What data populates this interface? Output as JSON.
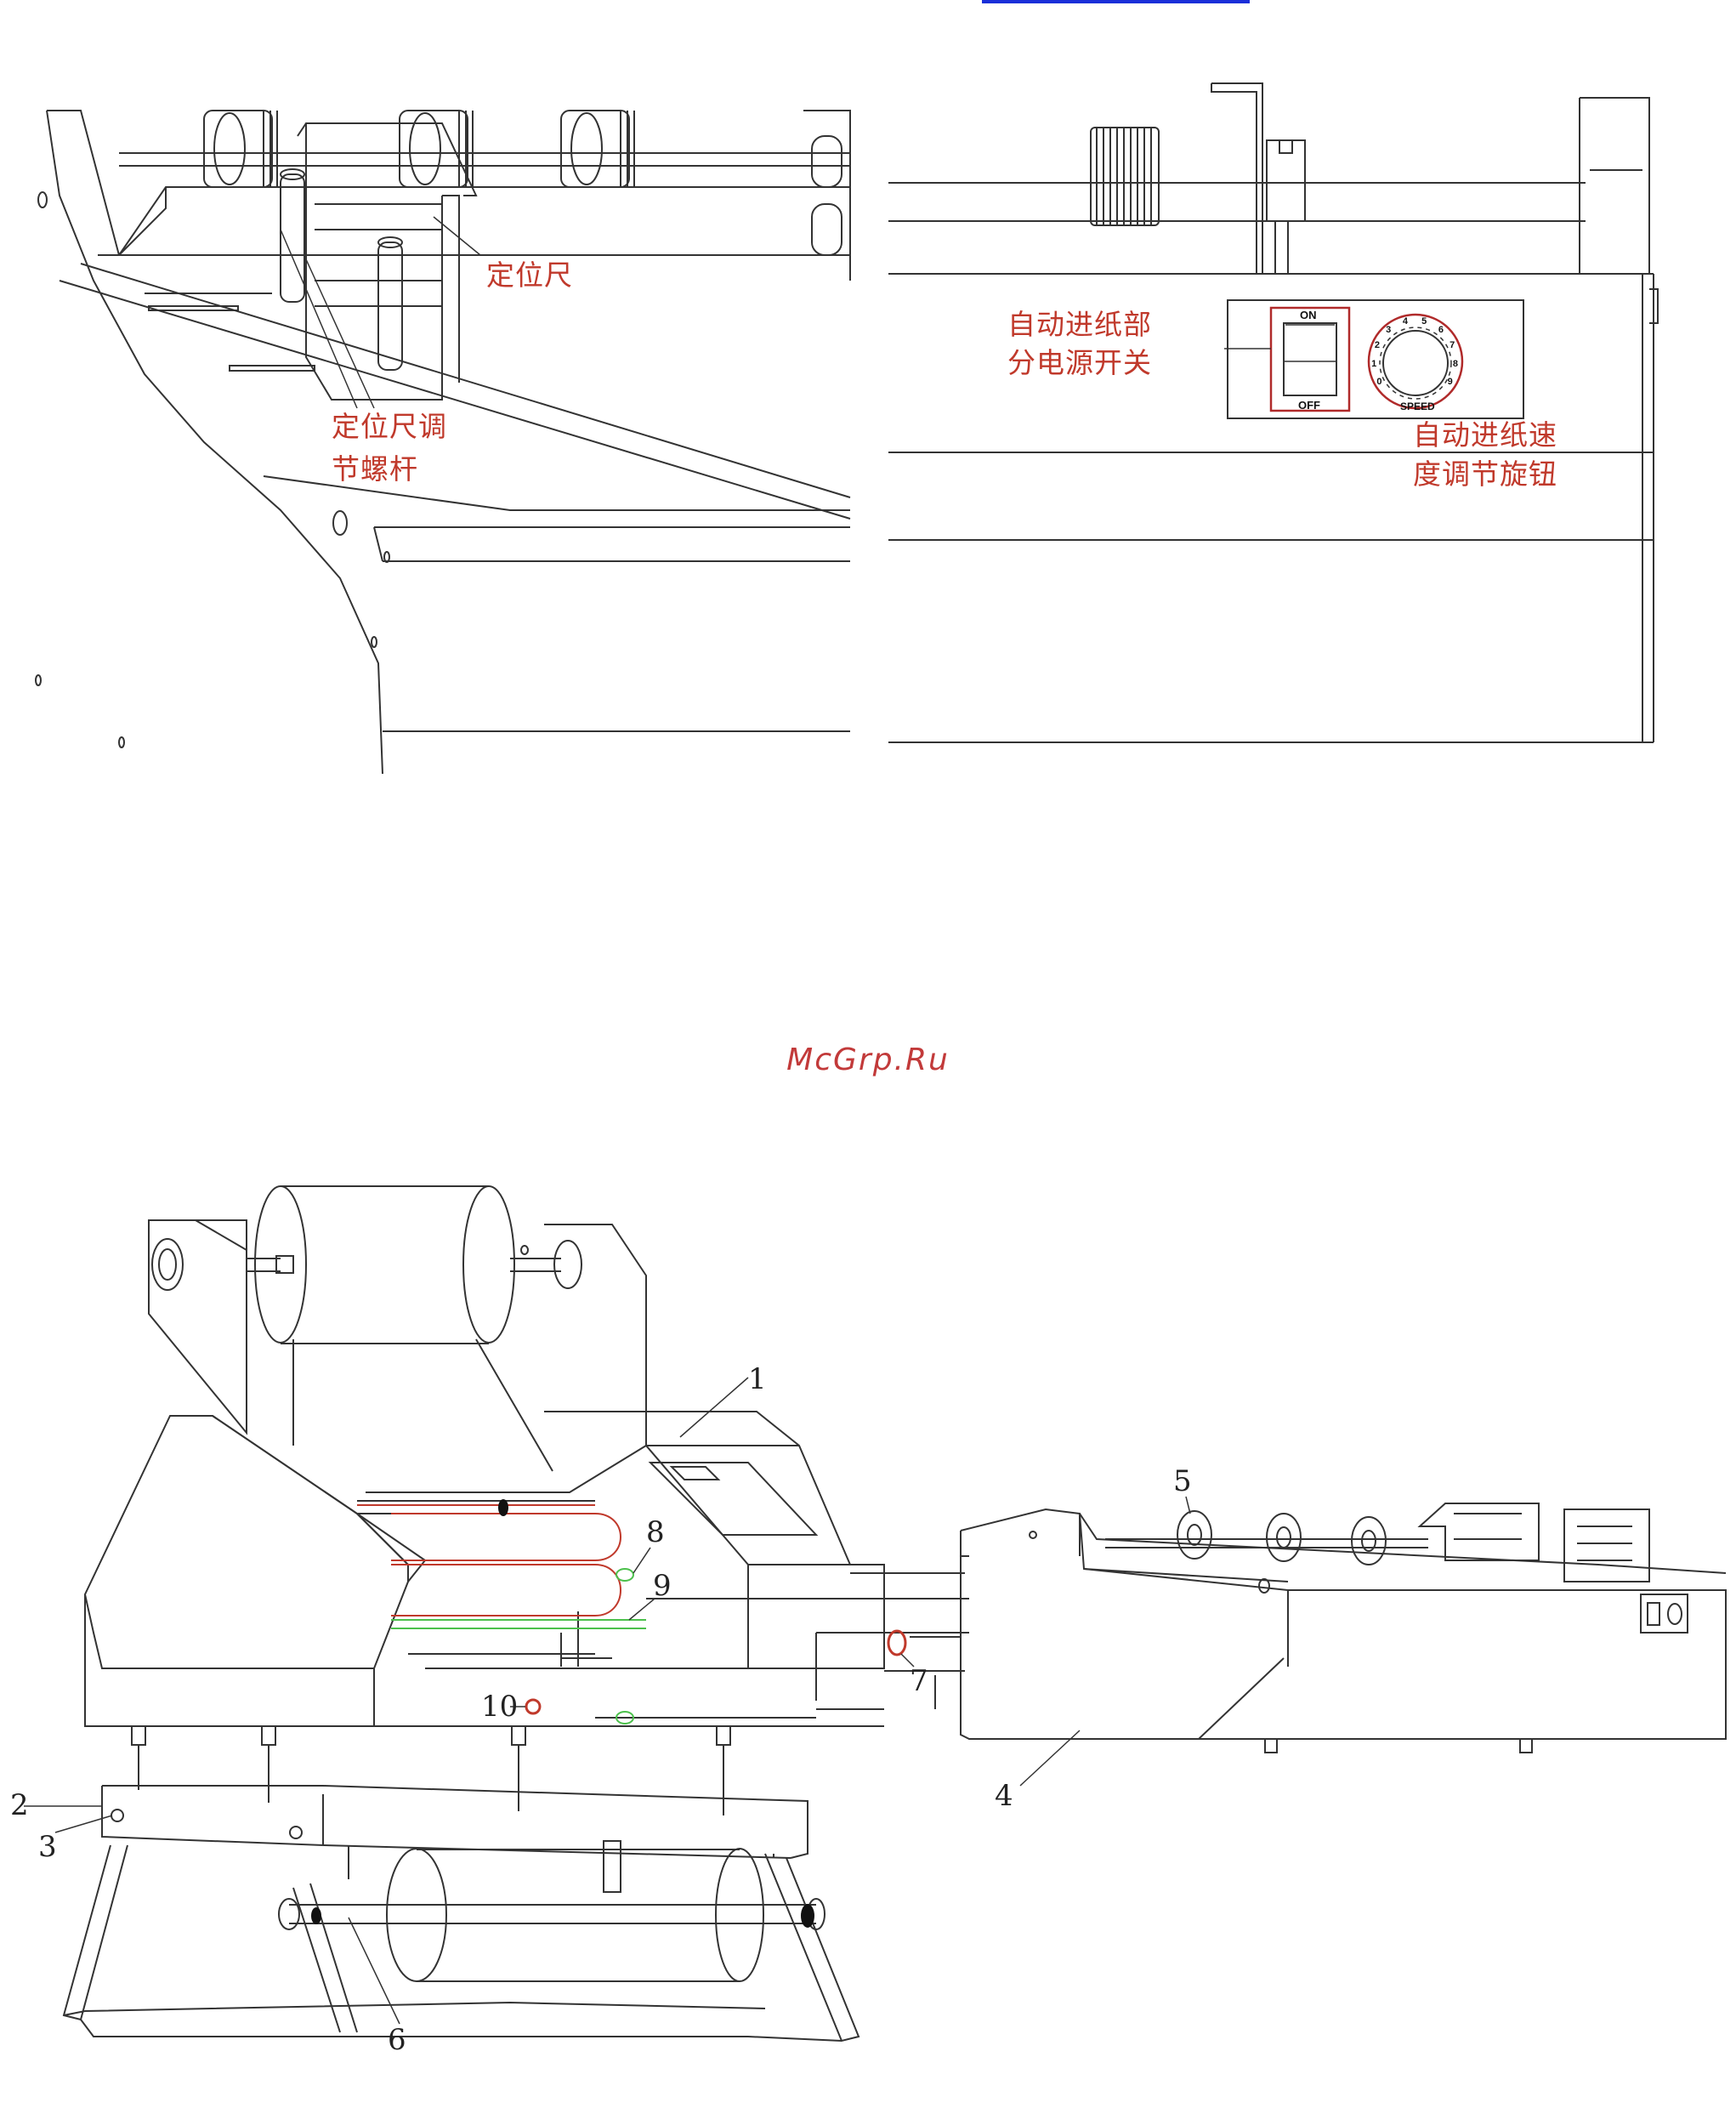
{
  "top_link": {
    "color": "#1a2fd9"
  },
  "panel_left": {
    "label_ruler": "定位尺",
    "label_screw_line1": "定位尺调",
    "label_screw_line2": "节螺杆"
  },
  "panel_right": {
    "label_switch_line1": "自动进纸部",
    "label_switch_line2": "分电源开关",
    "label_knob_line1": "自动进纸速",
    "label_knob_line2": "度调节旋钮",
    "switch_on": "ON",
    "switch_off": "OFF",
    "knob_speed": "SPEED",
    "knob_scale": [
      "0",
      "1",
      "2",
      "3",
      "4",
      "5",
      "6",
      "7",
      "8",
      "9"
    ]
  },
  "watermark": "McGrp.Ru",
  "callouts": {
    "n1": "1",
    "n2": "2",
    "n3": "3",
    "n4": "4",
    "n5": "5",
    "n6": "6",
    "n7": "7",
    "n8": "8",
    "n9": "9",
    "n10": "10"
  },
  "colors": {
    "line": "#333333",
    "label_red": "#c0392b",
    "roller_red": "#c0392b",
    "green": "#4cc04c"
  }
}
